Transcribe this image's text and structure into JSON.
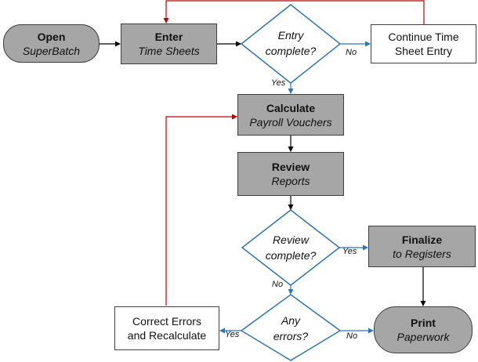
{
  "nodes": {
    "open": {
      "title": "Open",
      "subtitle": "SuperBatch"
    },
    "enter": {
      "title": "Enter",
      "subtitle": "Time Sheets"
    },
    "entry_complete": {
      "line1": "Entry",
      "line2": "complete?"
    },
    "continue_entry": {
      "line1": "Continue Time",
      "line2": "Sheet Entry"
    },
    "calculate": {
      "title": "Calculate",
      "subtitle": "Payroll Vouchers"
    },
    "review": {
      "title": "Review",
      "subtitle": "Reports"
    },
    "review_complete": {
      "line1": "Review",
      "line2": "complete?"
    },
    "finalize": {
      "title": "Finalize",
      "subtitle": "to Registers"
    },
    "any_errors": {
      "line1": "Any",
      "line2": "errors?"
    },
    "correct_errors": {
      "line1": "Correct Errors",
      "line2": "and Recalculate"
    },
    "print": {
      "title": "Print",
      "subtitle": "Paperwork"
    }
  },
  "edge_labels": {
    "entry_no": "No",
    "entry_yes": "Yes",
    "review_yes": "Yes",
    "review_no": "No",
    "errors_yes": "Yes",
    "errors_no": "No"
  },
  "colors": {
    "flow_arrow": "#000000",
    "decision_arrow": "#2e75b6",
    "loop_arrow": "#c00000",
    "decision_outline": "#2e75b6",
    "process_fill": "#a6a6a6"
  }
}
